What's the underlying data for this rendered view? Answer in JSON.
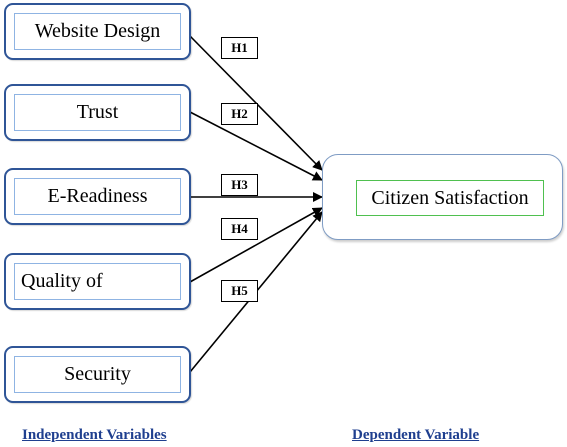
{
  "independent_variables": [
    {
      "label": "Website Design"
    },
    {
      "label": "Trust"
    },
    {
      "label": "E-Readiness"
    },
    {
      "label": "Quality of"
    },
    {
      "label": "Security"
    }
  ],
  "dependent_variable": {
    "label": "Citizen Satisfaction"
  },
  "hypotheses": [
    "H1",
    "H2",
    "H3",
    "H4",
    "H5"
  ],
  "footer": {
    "independent": "Independent Variables",
    "dependent": "Dependent Variable"
  },
  "colors": {
    "box_border": "#2f5597",
    "inner_border": "#8fb4e3",
    "dependent_inner_border": "#4fc04f",
    "footer_text": "#1f3f8f"
  }
}
